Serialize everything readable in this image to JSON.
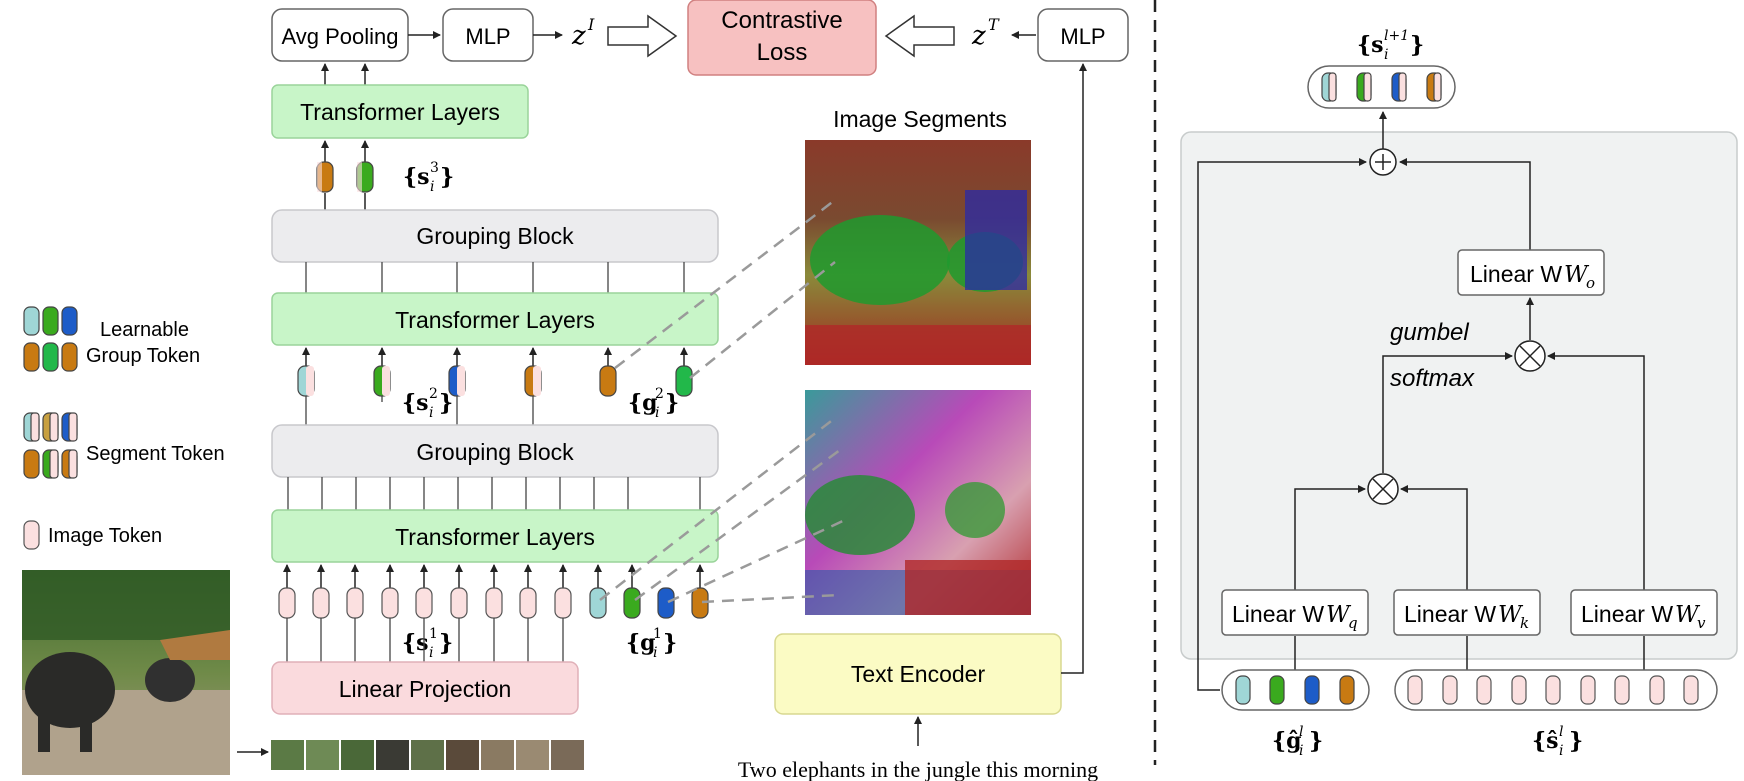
{
  "blocks": {
    "avg_pooling": "Avg Pooling",
    "mlp_image": "MLP",
    "mlp_text": "MLP",
    "contrastive_line1": "Contrastive",
    "contrastive_line2": "Loss",
    "transformer_top": "Transformer Layers",
    "grouping_2": "Grouping Block",
    "transformer_2": "Transformer Layers",
    "grouping_1": "Grouping Block",
    "transformer_1": "Transformer Layers",
    "linear_projection": "Linear Projection",
    "text_encoder": "Text Encoder"
  },
  "math": {
    "z_image": "z",
    "z_image_sup": "I",
    "z_text": "z",
    "z_text_sup": "T",
    "s3": "{s",
    "s3_sub": "i",
    "s3_sup": "3",
    "s2": "{s",
    "s2_sub": "i",
    "s2_sup": "2",
    "g2": "{g",
    "g2_sub": "i",
    "g2_sup": "2",
    "s1": "{s",
    "s1_sub": "i",
    "s1_sup": "1",
    "g1": "{g",
    "g1_sub": "i",
    "g1_sup": "1",
    "close": "}"
  },
  "image_segments_title": "Image Segments",
  "caption": "Two elephants in the jungle this morning",
  "legend": {
    "learnable_line1": "Learnable",
    "learnable_line2": "Group Token",
    "segment": "Segment Token",
    "image": "Image Token"
  },
  "right_panel": {
    "output_label": "{s",
    "output_sub": "i",
    "output_sup": "l+1",
    "linear_o": "Linear W",
    "linear_o_sub": "o",
    "gumbel": "gumbel",
    "softmax": "softmax",
    "linear_q": "Linear W",
    "linear_q_sub": "q",
    "linear_k": "Linear W",
    "linear_k_sub": "k",
    "linear_v": "Linear W",
    "linear_v_sub": "v",
    "g_hat": "{ĝ",
    "g_hat_sub": "i",
    "g_hat_sup": "l",
    "s_hat": "{ŝ",
    "s_hat_sub": "i",
    "s_hat_sup": "l"
  },
  "colors": {
    "transformer_fill": "#c8f5c8",
    "grouping_fill": "#ececee",
    "projection_fill": "#fadadd",
    "contrastive_fill": "#f7c1c1",
    "text_encoder_fill": "#fbfbc4",
    "token_pink": "#fbe0e0",
    "token_teal": "#9fd6d6",
    "token_green": "#3aaa1e",
    "token_blue": "#1d5cc8",
    "token_orange": "#c87a12"
  }
}
